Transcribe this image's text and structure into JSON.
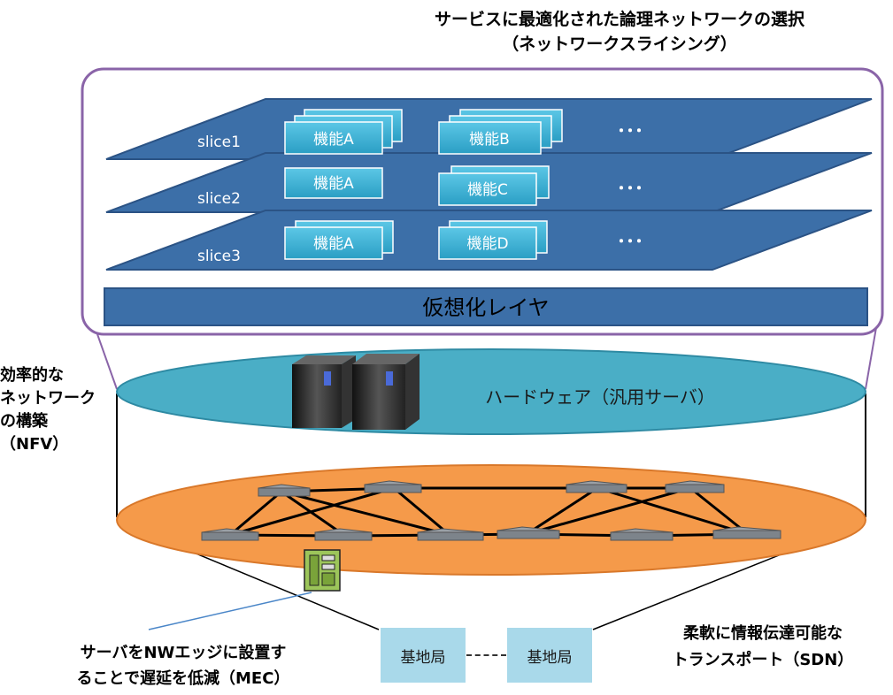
{
  "title_line1": "サービスに最適化された論理ネットワークの選択",
  "title_line2": "（ネットワークスライシング）",
  "slices": [
    {
      "label": "slice1",
      "funcs": [
        "機能A",
        "機能B"
      ],
      "more": "･･･"
    },
    {
      "label": "slice2",
      "funcs": [
        "機能A",
        "機能C"
      ],
      "more": "･･･"
    },
    {
      "label": "slice3",
      "funcs": [
        "機能A",
        "機能D"
      ],
      "more": "･･･"
    }
  ],
  "virtualization_layer": "仮想化レイヤ",
  "hardware_label": "ハードウェア（汎用サーバ）",
  "nfv_lines": [
    "効率的な",
    "ネットワーク",
    "の構築",
    "（NFV）"
  ],
  "mec_lines": [
    "サーバをNWエッジに設置す",
    "ることで遅延を低減（MEC）"
  ],
  "sdn_lines": [
    "柔軟に情報伝達可能な",
    "トランスポート（SDN）"
  ],
  "base_station_label": "基地局",
  "colors": {
    "slice_fill": "#3c6fa8",
    "slice_stroke": "#2b5385",
    "func_fill": "#3fb3d6",
    "frame_stroke": "#8a64a8",
    "hardware_fill": "#4aaec6",
    "transport_fill": "#f59a4a",
    "base_station_fill": "#a9d9ea"
  }
}
